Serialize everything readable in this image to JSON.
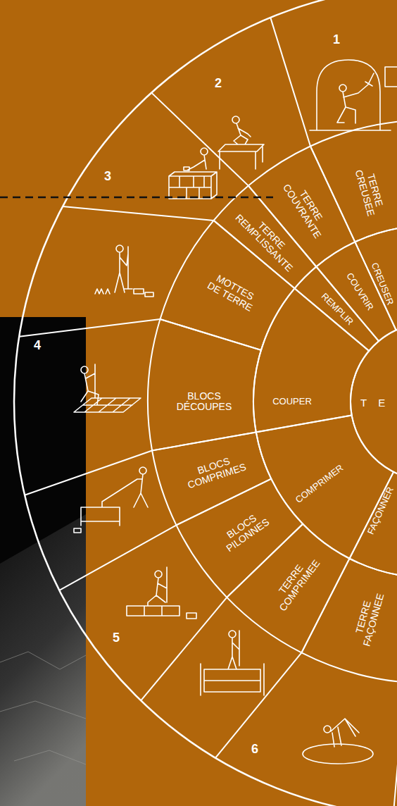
{
  "diagram": {
    "nodes": [
      {
        "text": [
          "TE"
        ]
      },
      {
        "text": [
          "CREUSER"
        ]
      },
      {
        "text": [
          "COUVRIR"
        ]
      },
      {
        "text": [
          "REMPLIR"
        ]
      },
      {
        "text": [
          "COUPER"
        ]
      },
      {
        "text": [
          "COMPRIMER"
        ]
      },
      {
        "text": [
          "FAÇONNER"
        ]
      },
      {
        "text": [
          "TERRE CREUSEE"
        ]
      },
      {
        "text": [
          "TERRE COUVRANTE"
        ]
      },
      {
        "text": [
          "TERRE REMPLISSANTE"
        ]
      },
      {
        "text": [
          "MOTTES DE TERRE"
        ]
      },
      {
        "text": [
          "BLOCS DÉCOUPES"
        ]
      },
      {
        "text": [
          "BLOCS COMPRIMES"
        ]
      },
      {
        "text": [
          "BLOCS PILONNES"
        ]
      },
      {
        "text": [
          "TERRE COMPRIMEE"
        ]
      },
      {
        "text": [
          "TERRE FAÇONNEE"
        ]
      }
    ],
    "labels": [
      "1",
      "2",
      "3",
      "4",
      "5",
      "6"
    ]
  }
}
